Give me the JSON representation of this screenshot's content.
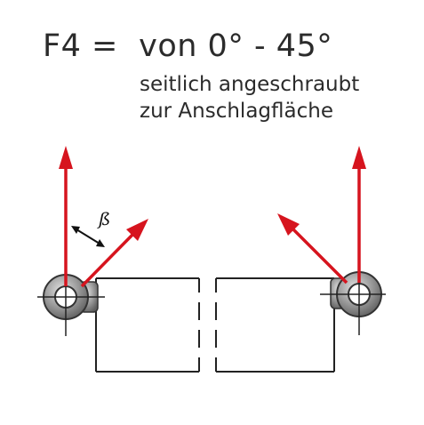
{
  "heading": {
    "label": "F4 =",
    "range": "von 0° - 45°",
    "line1": "seitlich angeschraubt",
    "line2": "zur Anschlagfläche"
  },
  "diagram": {
    "angle_symbol": "ß",
    "colors": {
      "force_arrow": "#d6141e",
      "outline": "#222222",
      "eyebolt_metal": "#8a8a8a"
    },
    "icons": [
      "eyebolt-icon",
      "force-arrow-icon",
      "angle-arrow-icon",
      "workpiece-block"
    ]
  }
}
